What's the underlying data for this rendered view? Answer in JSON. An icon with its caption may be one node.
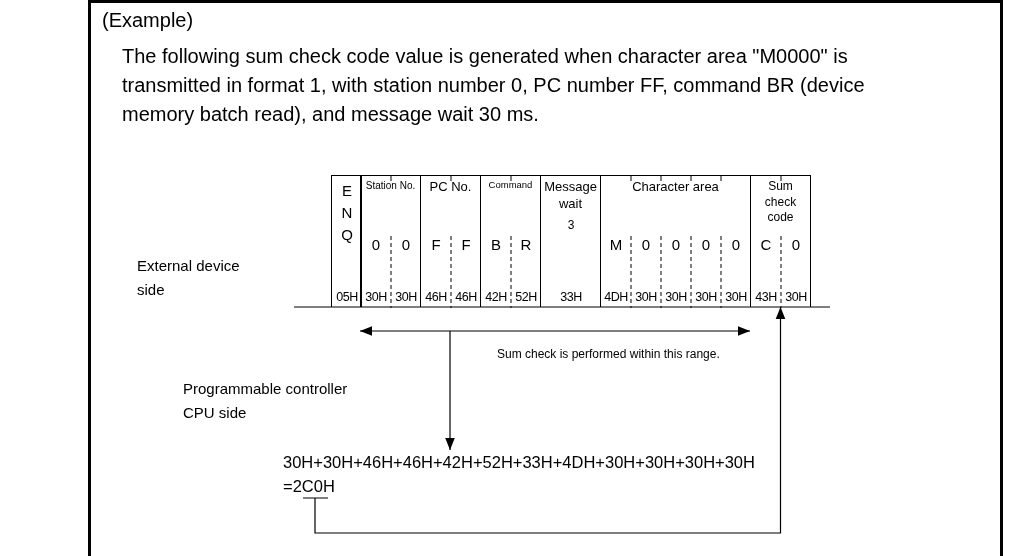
{
  "diagram": {
    "nodes": [
      {
        "text": [
          "E N Q",
          "05H"
        ]
      },
      {
        "text": [
          "Station No.",
          "0",
          "0",
          "30H",
          "30H"
        ]
      },
      {
        "text": [
          "PC No.",
          "F",
          "F",
          "46H",
          "46H"
        ]
      },
      {
        "text": [
          "Command",
          "B",
          "R",
          "42H",
          "52H"
        ]
      },
      {
        "text": [
          "Message wait",
          "3",
          "33H"
        ]
      },
      {
        "text": [
          "Character area",
          "M",
          "0",
          "0",
          "0",
          "0",
          "4DH",
          "30H",
          "30H",
          "30H",
          "30H"
        ]
      },
      {
        "text": [
          "Sum check code",
          "C",
          "0",
          "43H",
          "30H"
        ]
      },
      {
        "text": [
          "30H+30H+46H+46H+42H+52H+33H+4DH+30H+30H+30H+30H",
          "=2C0H"
        ]
      }
    ],
    "edges": [
      {
        "from": null,
        "to": 7,
        "arrow": "to"
      },
      {
        "from": 7,
        "to": 6,
        "arrow": "to"
      }
    ],
    "labels": [
      "(Example)",
      "The following sum check code value is generated when character area \"M0000\" is transmitted in format 1, with station number 0, PC number FF, command BR (device memory batch read), and message wait 30 ms.",
      "External device side",
      "Sum check is performed within this range.",
      "Programmable controller CPU side"
    ]
  }
}
